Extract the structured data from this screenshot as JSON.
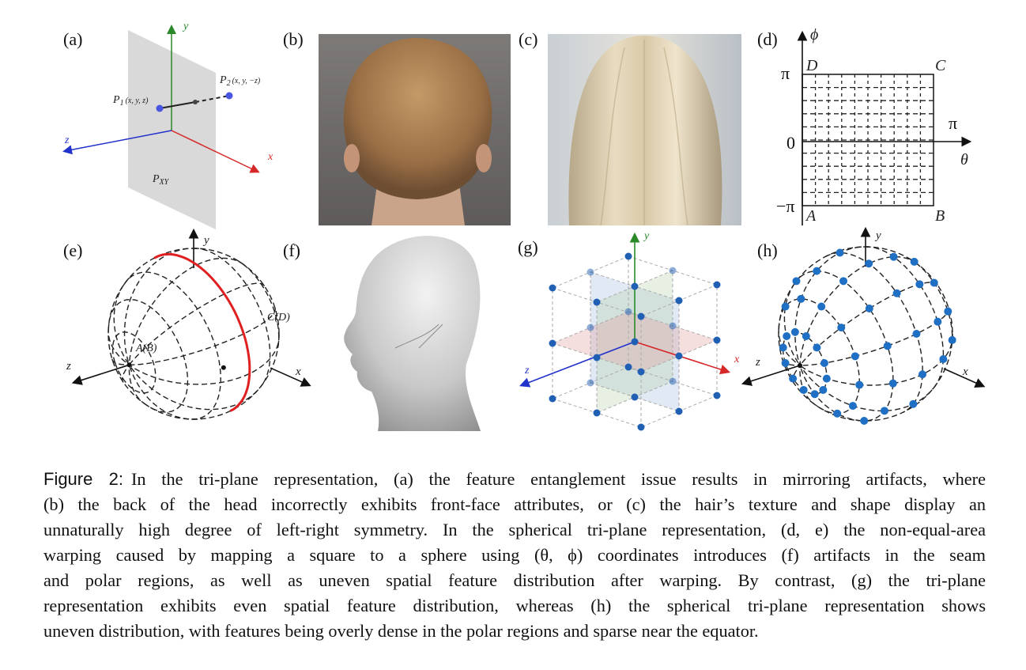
{
  "panels": {
    "a": {
      "label": "(a)",
      "p1": "P",
      "p1_sub": "1",
      "p1_coords": "(x, y, z)",
      "p2": "P",
      "p2_sub": "2",
      "p2_coords": "(x, y, −z)",
      "plane": "P",
      "plane_sub": "XY",
      "x": "x",
      "y": "y",
      "z": "z"
    },
    "b": {
      "label": "(b)"
    },
    "c": {
      "label": "(c)"
    },
    "d": {
      "label": "(d)",
      "phi": "ϕ",
      "theta": "θ",
      "pi_top": "π",
      "pi_right": "π",
      "zero": "0",
      "neg_pi": "−π",
      "A": "A",
      "B": "B",
      "C": "C",
      "D": "D"
    },
    "e": {
      "label": "(e)",
      "AB": "A(B)",
      "CD": "C(D)",
      "x": "x",
      "y": "y",
      "z": "z"
    },
    "f": {
      "label": "(f)"
    },
    "g": {
      "label": "(g)",
      "x": "x",
      "y": "y",
      "z": "z"
    },
    "h": {
      "label": "(h)",
      "x": "x",
      "y": "y",
      "z": "z"
    }
  },
  "colors": {
    "x_axis": "#d62728",
    "y_axis": "#2a8a2a",
    "z_axis": "#2233cc",
    "point": "#1f5fb4",
    "plane": "#d9d9d9",
    "curve": "#e02020"
  },
  "caption": {
    "figure_label": "Figure 2:",
    "lines": [
      "In the tri-plane representation, (a) the feature entanglement issue results in mirroring artifacts, where",
      "(b) the back of the head incorrectly exhibits front-face attributes, or (c) the hair’s texture and shape display an",
      "unnaturally high degree of left-right symmetry. In the spherical tri-plane representation, (d, e) the non-equal-area",
      "warping caused by mapping a square to a sphere using (θ, ϕ) coordinates introduces (f) artifacts in the seam",
      "and polar regions, as well as uneven spatial feature distribution after warping. By contrast, (g) the tri-plane",
      "representation exhibits even spatial feature distribution, whereas (h) the spherical tri-plane representation shows",
      "uneven distribution, with features being overly dense in the polar regions and sparse near the equator."
    ]
  }
}
